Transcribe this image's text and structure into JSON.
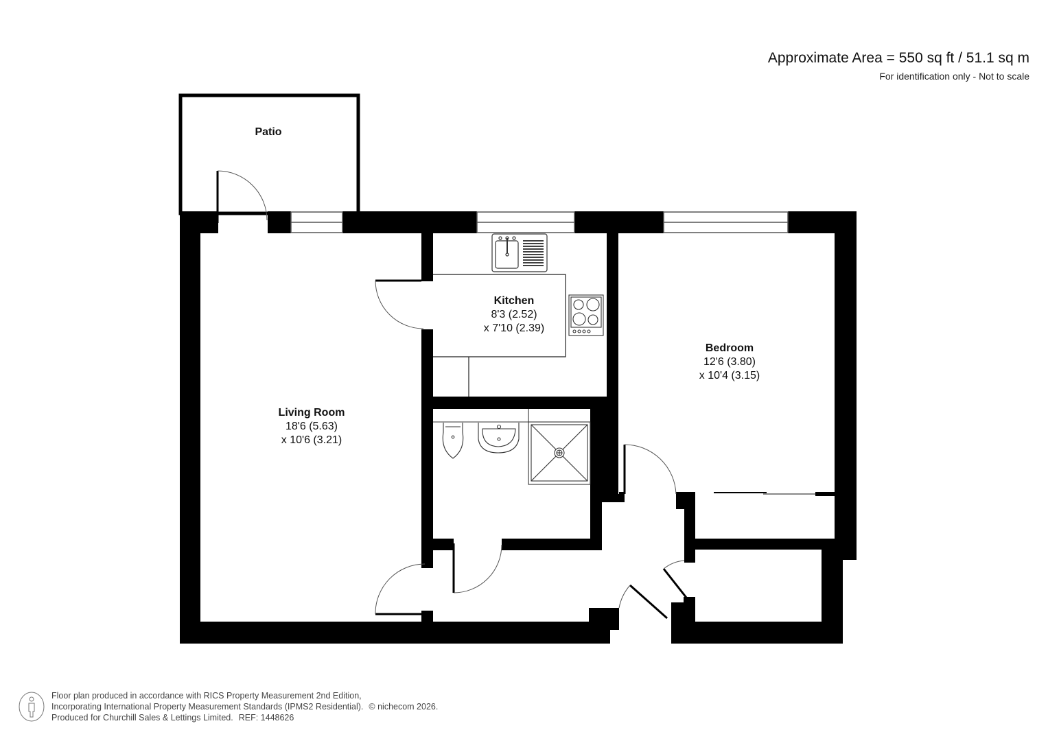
{
  "header": {
    "area_title": "Approximate Area = 550 sq ft / 51.1 sq m",
    "area_note": "For identification only - Not to scale"
  },
  "rooms": {
    "patio": {
      "name": "Patio"
    },
    "kitchen": {
      "name": "Kitchen",
      "dim1": "8'3 (2.52)",
      "dim2": "x 7'10 (2.39)"
    },
    "living_room": {
      "name": "Living Room",
      "dim1": "18'6 (5.63)",
      "dim2": "x 10'6 (3.21)"
    },
    "bedroom": {
      "name": "Bedroom",
      "dim1": "12'6 (3.80)",
      "dim2": "x 10'4 (3.15)"
    }
  },
  "fixtures": [
    "sink-icon",
    "hob-icon",
    "toilet-icon",
    "basin-icon",
    "shower-tray-icon"
  ],
  "footer": {
    "line1": "Floor plan produced in accordance with RICS Property Measurement 2nd Edition,",
    "line2": "Incorporating International Property Measurement Standards (IPMS2 Residential).",
    "copyright": "© nichecom 2026.",
    "line3": "Produced for Churchill Sales & Lettings Limited.",
    "ref": "REF: 1448626"
  },
  "colors": {
    "wall": "#000000",
    "background": "#ffffff",
    "text": "#111111"
  }
}
